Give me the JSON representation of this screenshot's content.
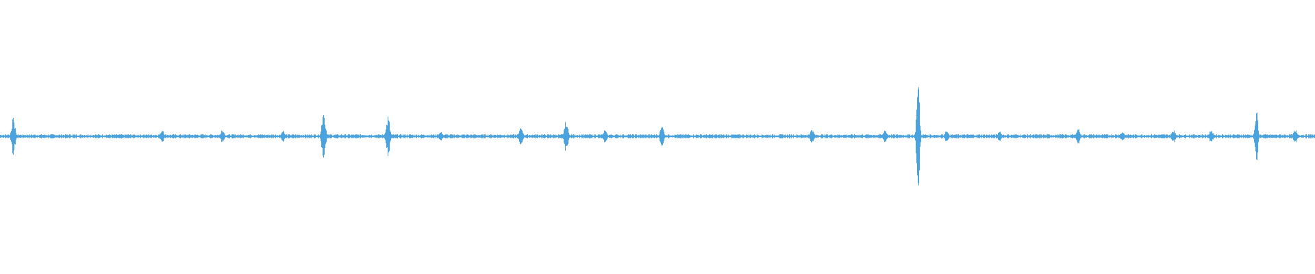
{
  "waveform": {
    "color": "#4aa3df",
    "peaks": [
      {
        "t": 0.01,
        "amp": 0.07
      },
      {
        "t": 0.123,
        "amp": 0.025
      },
      {
        "t": 0.169,
        "amp": 0.025
      },
      {
        "t": 0.215,
        "amp": 0.02
      },
      {
        "t": 0.246,
        "amp": 0.085
      },
      {
        "t": 0.295,
        "amp": 0.075
      },
      {
        "t": 0.335,
        "amp": 0.02
      },
      {
        "t": 0.396,
        "amp": 0.035
      },
      {
        "t": 0.43,
        "amp": 0.06
      },
      {
        "t": 0.46,
        "amp": 0.025
      },
      {
        "t": 0.503,
        "amp": 0.04
      },
      {
        "t": 0.617,
        "amp": 0.025
      },
      {
        "t": 0.673,
        "amp": 0.025
      },
      {
        "t": 0.698,
        "amp": 0.22
      },
      {
        "t": 0.72,
        "amp": 0.025
      },
      {
        "t": 0.76,
        "amp": 0.02
      },
      {
        "t": 0.82,
        "amp": 0.03
      },
      {
        "t": 0.853,
        "amp": 0.02
      },
      {
        "t": 0.892,
        "amp": 0.025
      },
      {
        "t": 0.921,
        "amp": 0.025
      },
      {
        "t": 0.955,
        "amp": 0.11
      },
      {
        "t": 0.985,
        "amp": 0.03
      }
    ],
    "baseline_amp": 0.006
  }
}
